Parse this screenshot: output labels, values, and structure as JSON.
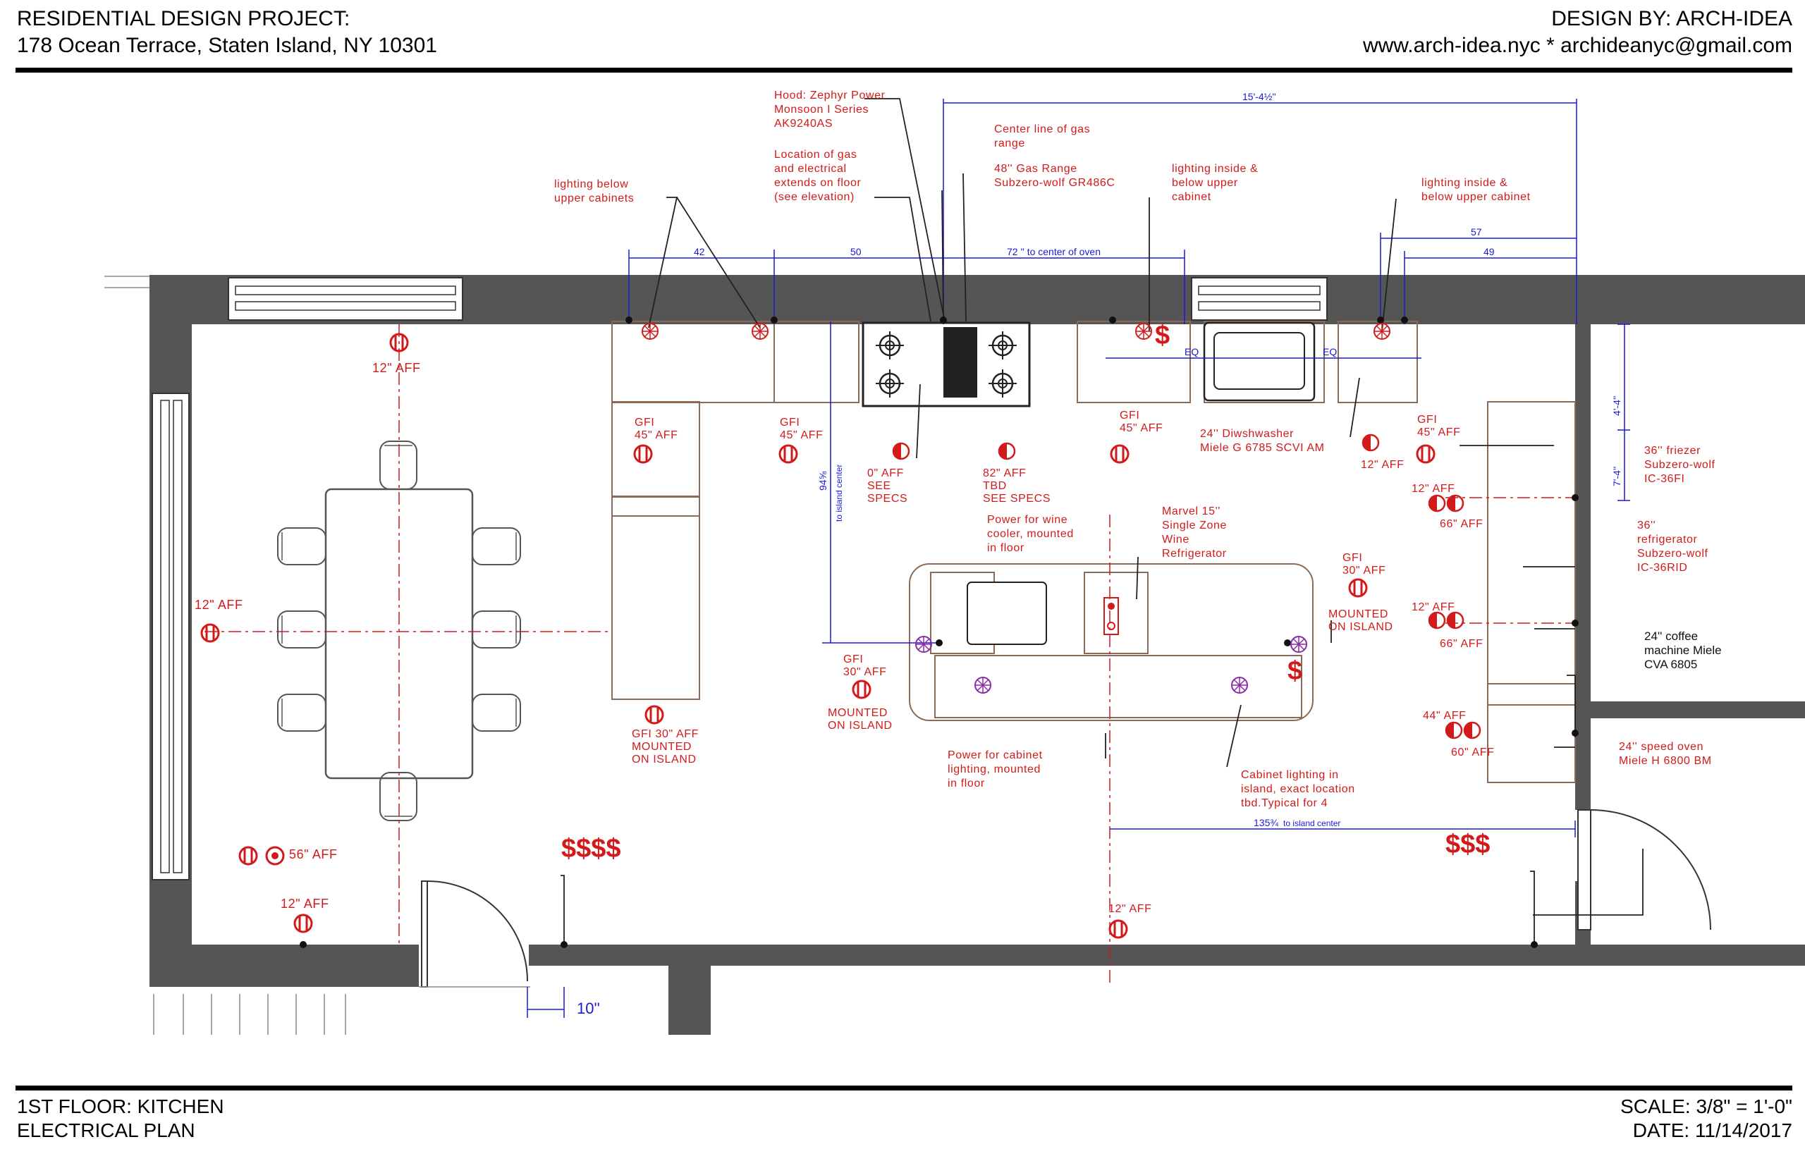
{
  "header": {
    "project_label": "RESIDENTIAL DESIGN PROJECT:",
    "address": "178 Ocean Terrace, Staten Island, NY 10301",
    "designer": "DESIGN BY: ARCH-IDEA",
    "contact": "www.arch-idea.nyc  *  archideanyc@gmail.com"
  },
  "footer": {
    "sheet_line1": "1ST FLOOR: KITCHEN",
    "sheet_line2": "ELECTRICAL PLAN",
    "scale": "SCALE: 3/8\" = 1'-0\"",
    "date": "DATE: 11/14/2017"
  },
  "colors": {
    "wall": "#555555",
    "electrical": "#d21a1a",
    "dimension": "#1a1ad2",
    "cabinet": "#8b6a55"
  },
  "notes": {
    "hood": [
      "Hood: Zephyr Power",
      "Monsoon I Series",
      "AK9240AS"
    ],
    "gas_elec": [
      "Location of gas",
      "and electrical",
      "extends on floor",
      "(see elevation)"
    ],
    "centerline_gas": [
      "Center line of gas",
      "range"
    ],
    "gas_range": [
      "48'' Gas Range",
      "Subzero-wolf GR486C"
    ],
    "lighting_below_upper": [
      "lighting below",
      "upper cabinets"
    ],
    "lighting_inside_below": [
      "lighting inside &",
      "below upper",
      "cabinet"
    ],
    "lighting_inside_below_2": [
      "lighting inside &",
      "below upper cabinet"
    ],
    "dishwasher": [
      "24'' Diwshwasher",
      "Miele G 6785 SCVI AM"
    ],
    "freezer": [
      "36'' friezer",
      "Subzero-wolf",
      "IC-36FI"
    ],
    "refrigerator": [
      "36''",
      "refrigerator",
      "Subzero-wolf",
      "IC-36RID"
    ],
    "coffee": [
      "24'' coffee",
      "machine Miele",
      "CVA 6805"
    ],
    "speed_oven": [
      "24'' speed oven",
      "Miele H 6800 BM"
    ],
    "wine_power": [
      "Power for wine",
      "cooler, mounted",
      "in floor"
    ],
    "wine_fridge": [
      "Marvel 15''",
      "Single Zone",
      "Wine",
      "Refrigerator"
    ],
    "cabinet_power": [
      "Power for cabinet",
      "lighting, mounted",
      "in floor"
    ],
    "cabinet_lighting": [
      "Cabinet lighting in",
      "island, exact location",
      "tbd.Typical for 4"
    ],
    "outlet_0aff": [
      "0\" AFF",
      "SEE",
      "SPECS"
    ],
    "outlet_82aff": [
      "82\" AFF",
      "TBD",
      "SEE SPECS"
    ],
    "gfi45_a": [
      "GFI",
      "45\" AFF"
    ],
    "gfi45_b": [
      "GFI",
      "45\" AFF"
    ],
    "gfi45_c": [
      "GFI",
      "45\" AFF"
    ],
    "gfi45_d": [
      "GFI",
      "45\" AFF"
    ],
    "gfi30_left": [
      "GFI",
      "30\" AFF"
    ],
    "mounted_left": [
      "MOUNTED",
      "ON ISLAND"
    ],
    "gfi30_right": [
      "GFI",
      "30\" AFF"
    ],
    "mounted_right": [
      "MOUNTED",
      "ON ISLAND"
    ],
    "gfi30_bottom": [
      "GFI 30\" AFF",
      "MOUNTED",
      "ON ISLAND"
    ],
    "aff12_top": "12\" AFF",
    "aff12_left": "12\" AFF",
    "aff12_bottom_left": "12\" AFF",
    "aff12_bottom": "12\" AFF",
    "aff12_dw": "12\" AFF",
    "aff56": "56\" AFF",
    "aff12_r1": "12\" AFF",
    "aff66_r1": "66\" AFF",
    "aff12_r2": "12\" AFF",
    "aff66_r2": "66\" AFF",
    "aff44": "44\" AFF",
    "aff60": "60\" AFF",
    "switch4": "$$$$",
    "switch3": "$$$",
    "switch1a": "$",
    "switch1b": "$"
  },
  "dimensions": {
    "d42": "42",
    "d50": "50",
    "d72": "72 '' to center of oven",
    "d15": "15'-4½''",
    "d57": "57",
    "d49": "49",
    "deq1": "EQ",
    "deq2": "EQ",
    "d94": "94⅝",
    "d94_note": "to island center",
    "d4_4": "4'-4''",
    "d7_4": "7'-4''",
    "d135": "135¾",
    "d135_note": "to island center",
    "d10": "10''"
  }
}
